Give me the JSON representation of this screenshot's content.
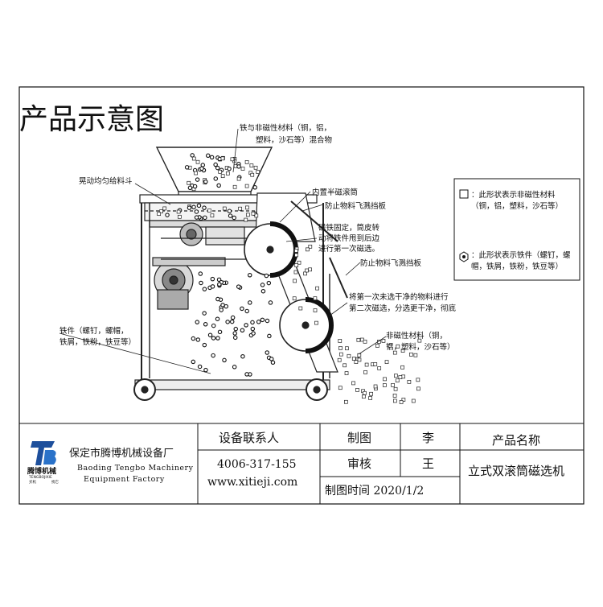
{
  "title": "产品示意图",
  "annotations": {
    "mixed_input": [
      "铁与非磁性材料（铜，铝，",
      "塑料，沙石等）混合物"
    ],
    "vibrating_feeder": "晃动均匀给料斗",
    "half_magnet_drum": "内置半磁滚筒",
    "splash_guard_1": "防止物料飞溅挡板",
    "magnet_fixed": [
      "磁铁固定，筒皮转",
      "动将铁件甩到后边",
      "进行第一次磁选。"
    ],
    "splash_guard_2": "防止物料飞溅挡板",
    "second_pass": [
      "将第一次未选干净的物料进行",
      "第二次磁选，分选更干净，彻底"
    ],
    "nonmagnetic_out": [
      "非磁性材料（铜，",
      "铝，塑料，沙石等）"
    ],
    "iron_out": [
      "铁件（螺钉，螺帽，",
      "铁屑，铁粉，铁豆等）"
    ]
  },
  "legend": {
    "square_label": [
      "：此形状表示非磁性材料",
      "（铜，铝，塑料，沙石等）"
    ],
    "nut_label": [
      "：此形状表示铁件（螺钉，螺",
      "帽，铁屑，铁粉，铁豆等）"
    ]
  },
  "company": {
    "logo_name": "腾博机械",
    "logo_pinyin": "TENGBOJIXIE",
    "logo_tag_left": "买机",
    "logo_tag_right": "找它",
    "name_cn": "保定市腾博机械设备厂",
    "name_en_1": "Baoding Tengbo Machinery",
    "name_en_2": "Equipment Factory"
  },
  "title_block": {
    "contact_label": "设备联系人",
    "phone": "4006-317-155",
    "website": "www.xitieji.com",
    "drawn_label": "制图",
    "drawn_value": "李",
    "check_label": "审核",
    "check_value": "王",
    "date_text": "制图时间 2020/1/2",
    "product_label": "产品名称",
    "product_name": "立式双滚筒磁选机"
  }
}
